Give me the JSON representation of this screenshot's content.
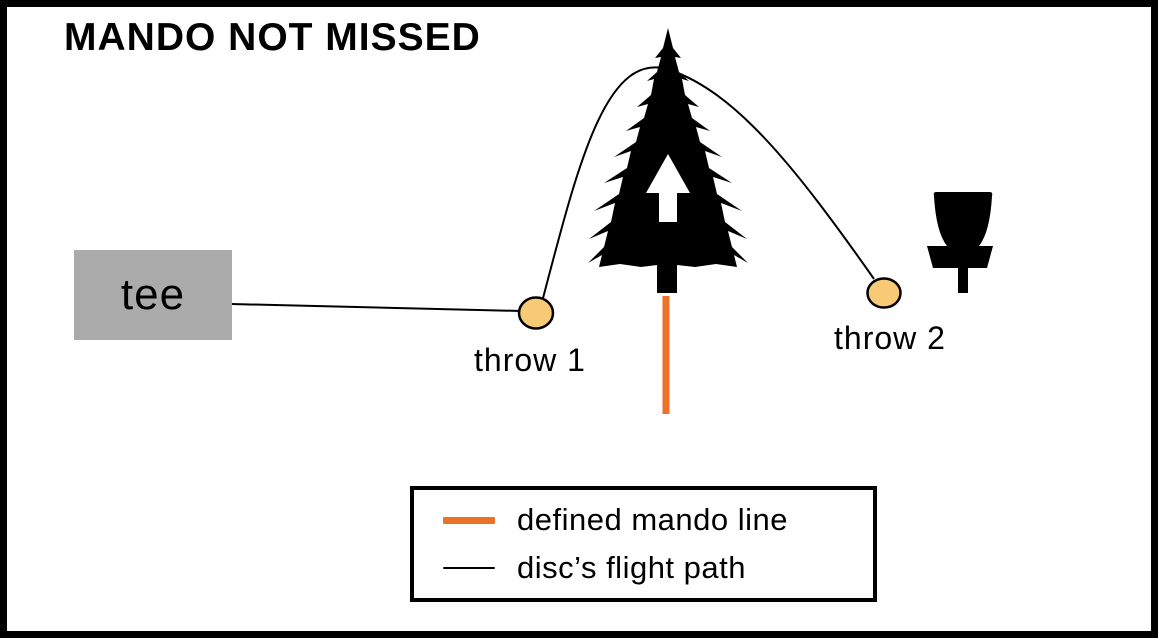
{
  "title": "MANDO NOT MISSED",
  "diagram": {
    "tee_label": "tee",
    "throw1_label": "throw 1",
    "throw2_label": "throw 2",
    "icons": [
      "tree-icon",
      "mando-direction-arrow-icon",
      "basket-icon",
      "tee-pad",
      "landing-spot-throw1",
      "landing-spot-throw2",
      "mando-line",
      "flight-path"
    ]
  },
  "legend": {
    "items": [
      {
        "swatch": "mando-line",
        "label": "defined mando line"
      },
      {
        "swatch": "flight-path",
        "label": "disc’s flight path"
      }
    ]
  },
  "colors": {
    "mando_line": "#ED7227",
    "landing_spot_fill": "#F9CA75",
    "tee_fill": "#ABABAB",
    "flight_path": "#000000",
    "tree": "#000000",
    "background": "#FFFFFF",
    "border": "#000000"
  }
}
